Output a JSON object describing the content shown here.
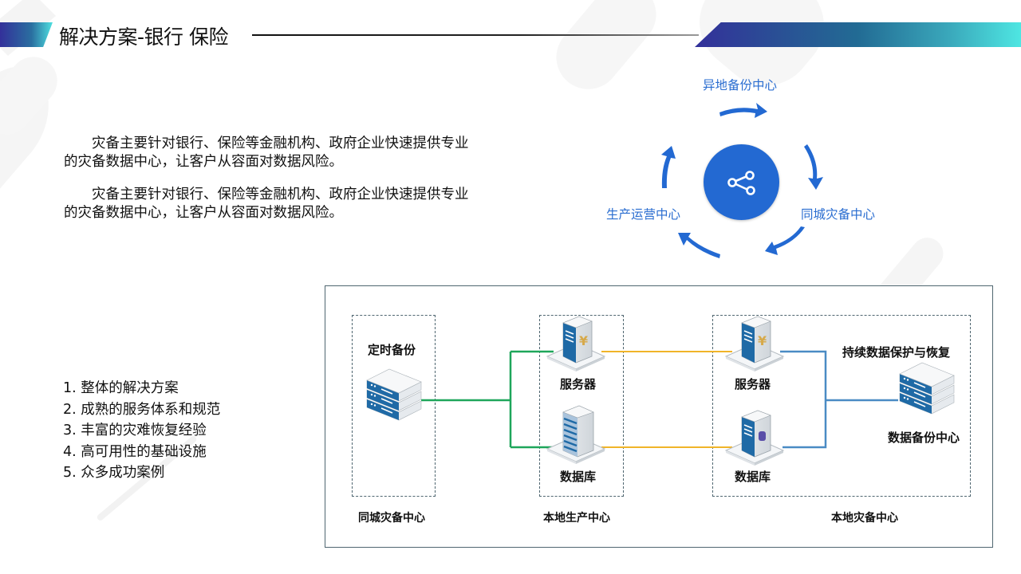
{
  "header": {
    "title": "解决方案-银行 保险"
  },
  "intro": {
    "paragraphs": [
      "灾备主要针对银行、保险等金融机构、政府企业快速提供专业的灾备数据中心，让客户从容面对数据风险。",
      "灾备主要针对银行、保险等金融机构、政府企业快速提供专业的灾备数据中心，让客户从容面对数据风险。"
    ]
  },
  "features": [
    "1. 整体的解决方案",
    "2. 成熟的服务体系和规范",
    "3. 丰富的灾难恢复经验",
    "4. 高可用性的基础设施",
    "5. 众多成功案例"
  ],
  "cycle": {
    "center_icon": "share-nodes-icon",
    "nodes": [
      "异地备份中心",
      "同城灾备中心",
      "生产运营中心"
    ],
    "accent_color": "#2369d2"
  },
  "diagram": {
    "zones": {
      "city_backup": {
        "title": "同城灾备中心",
        "inner_label": "定时备份"
      },
      "local_production": {
        "title": "本地生产中心",
        "server_label": "服务器",
        "database_label": "数据库"
      },
      "local_dr": {
        "title": "本地灾备中心",
        "server_label": "服务器",
        "database_label": "数据库",
        "cdp_label": "持续数据保护与恢复",
        "backup_center_label": "数据备份中心"
      }
    },
    "link_colors": {
      "green": "#1ea65a",
      "yellow": "#f0b429",
      "blue": "#4a8bc4"
    }
  }
}
